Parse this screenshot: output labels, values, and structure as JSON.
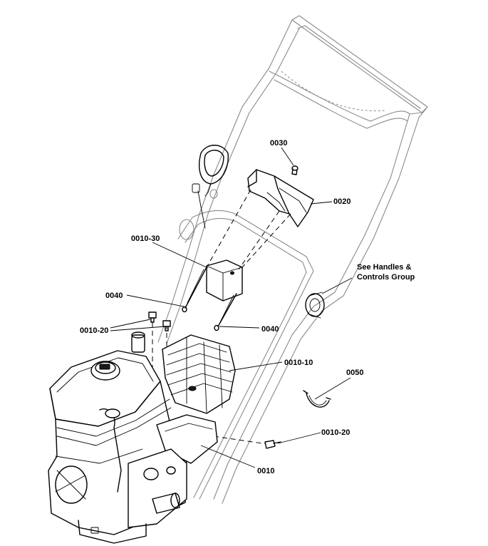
{
  "labels": {
    "l0030": "0030",
    "l0020": "0020",
    "l0010_30": "0010-30",
    "lhandles1": "See Handles &",
    "lhandles2": "Controls Group",
    "l0040a": "0040",
    "l0010_20a": "0010-20",
    "l0040b": "0040",
    "l0010_10": "0010-10",
    "l0050": "0050",
    "l0010_20b": "0010-20",
    "l0010": "0010"
  }
}
